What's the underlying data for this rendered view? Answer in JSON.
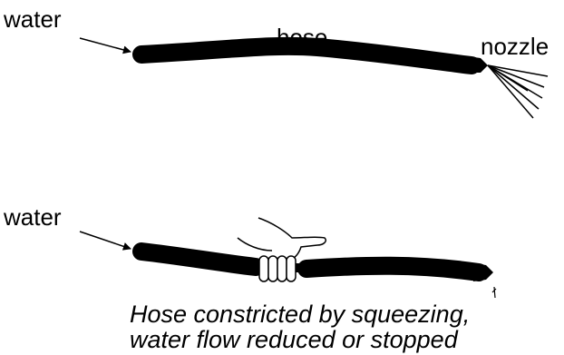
{
  "diagram": {
    "top": {
      "water_label": "water",
      "hose_label": "hose",
      "nozzle_label": "nozzle"
    },
    "bottom": {
      "water_label": "water",
      "caption_line1": "Hose constricted by squeezing,",
      "caption_line2": "water flow reduced or stopped"
    }
  },
  "colors": {
    "ink": "#000000",
    "background": "#ffffff"
  }
}
